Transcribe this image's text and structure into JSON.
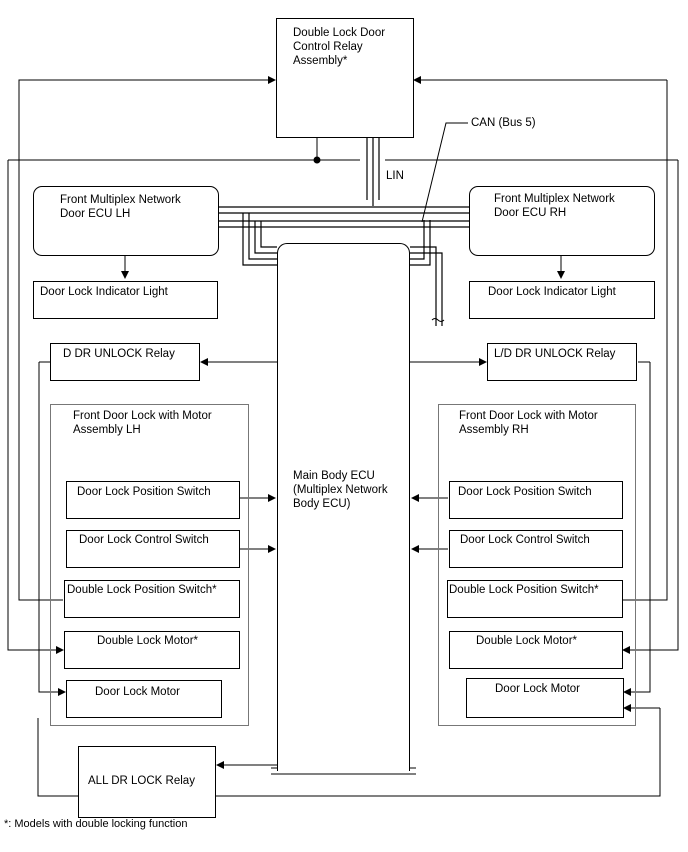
{
  "relay_assembly": {
    "label": "Double Lock Door\nControl Relay\nAssembly*"
  },
  "can_label": "CAN (Bus 5)",
  "lin_label": "LIN",
  "ecu_lh": {
    "label": "Front Multiplex Network\nDoor ECU LH"
  },
  "ecu_rh": {
    "label": "Front Multiplex Network\nDoor ECU RH"
  },
  "indicator_lh": {
    "label": "Door Lock Indicator Light"
  },
  "indicator_rh": {
    "label": "Door Lock Indicator Light"
  },
  "d_dr_unlock_relay": {
    "label": "D DR UNLOCK Relay"
  },
  "ld_dr_unlock_relay": {
    "label": "L/D DR UNLOCK Relay"
  },
  "motor_assembly_lh": {
    "label": "Front Door Lock with Motor\nAssembly LH",
    "position_switch": "Door Lock Position Switch",
    "control_switch": "Door Lock Control Switch",
    "double_lock_position_switch": "Double Lock Position Switch*",
    "double_lock_motor": "Double Lock Motor*",
    "door_lock_motor": "Door Lock Motor"
  },
  "motor_assembly_rh": {
    "label": "Front Door Lock with Motor\nAssembly RH",
    "position_switch": "Door Lock Position Switch",
    "control_switch": "Door Lock Control Switch",
    "double_lock_position_switch": "Double Lock Position Switch*",
    "double_lock_motor": "Double Lock Motor*",
    "door_lock_motor": "Door Lock Motor"
  },
  "main_body_ecu": {
    "label": "Main Body ECU\n(Multiplex Network\nBody ECU)"
  },
  "all_dr_lock_relay": {
    "label": "ALL DR LOCK Relay"
  },
  "footnote": "*: Models with double locking function"
}
